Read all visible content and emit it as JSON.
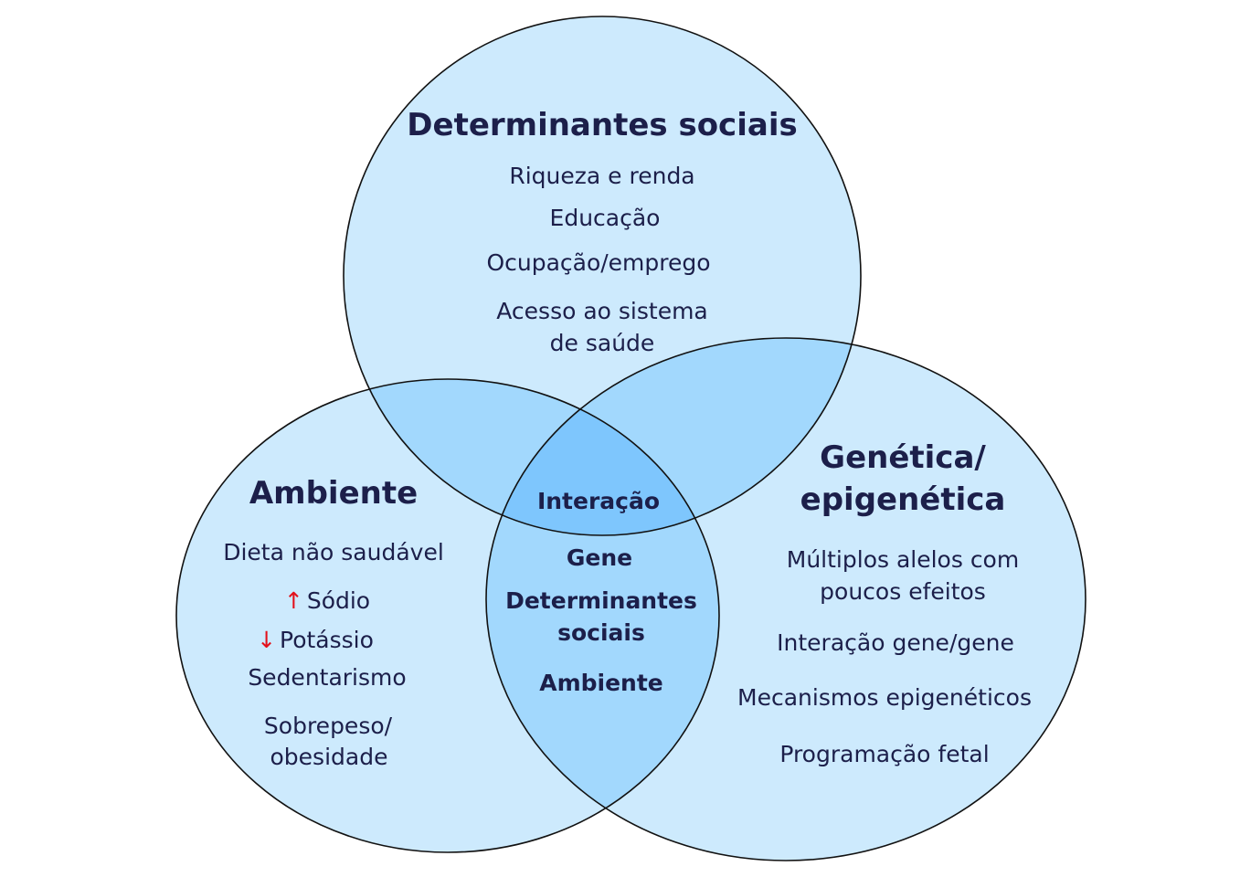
{
  "colors": {
    "circle_fill": "#cdeafd",
    "pair_overlap": "#a2d8fd",
    "triple_overlap": "#7ec6fd",
    "stroke": "#111111",
    "text": "#1c1f4a",
    "arrow": "#e3101a"
  },
  "top": {
    "title": "Determinantes sociais",
    "items": [
      "Riqueza e renda",
      "Educação",
      "Ocupação/emprego",
      "Acesso ao sistema",
      "de saúde"
    ]
  },
  "left": {
    "title": "Ambiente",
    "items": [
      "Dieta não saudável",
      "Sódio",
      "Potássio",
      "Sedentarismo",
      "Sobrepeso/",
      "obesidade"
    ],
    "arrow_up": "↑",
    "arrow_down": "↓"
  },
  "right": {
    "title_line1": "Genética/",
    "title_line2": "epigenética",
    "items": [
      "Múltiplos alelos com",
      "poucos efeitos",
      "Interação gene/gene",
      "Mecanismos epigenéticos",
      "Programação fetal"
    ]
  },
  "center": {
    "title": "Interação",
    "items": [
      "Gene",
      "Determinantes",
      "sociais",
      "Ambiente"
    ]
  }
}
